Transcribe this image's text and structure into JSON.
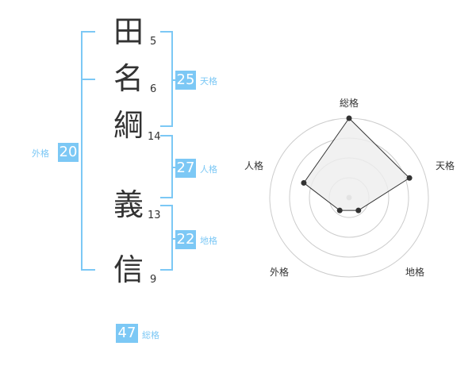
{
  "name_chars": [
    {
      "char": "田",
      "strokes": "5"
    },
    {
      "char": "名",
      "strokes": "6"
    },
    {
      "char": "綱",
      "strokes": "14"
    },
    {
      "char": "義",
      "strokes": "13"
    },
    {
      "char": "信",
      "strokes": "9"
    }
  ],
  "fortunes": {
    "tenkaku": {
      "value": "25",
      "label": "天格"
    },
    "jinkaku": {
      "value": "27",
      "label": "人格"
    },
    "chikaku": {
      "value": "22",
      "label": "地格"
    },
    "gaikaku": {
      "value": "20",
      "label": "外格"
    },
    "soukaku": {
      "value": "47",
      "label": "総格"
    }
  },
  "chart_data": {
    "type": "radar",
    "axes": [
      "総格",
      "天格",
      "地格",
      "外格",
      "人格"
    ],
    "values": [
      5,
      4,
      1,
      1,
      3
    ],
    "max": 5,
    "rings": 4,
    "colors": {
      "fill": "#eeeeee",
      "line": "#333333",
      "grid": "#cccccc",
      "center": "#bbbbbb"
    }
  },
  "colors": {
    "accent": "#7cc8f5",
    "text": "#333333"
  }
}
